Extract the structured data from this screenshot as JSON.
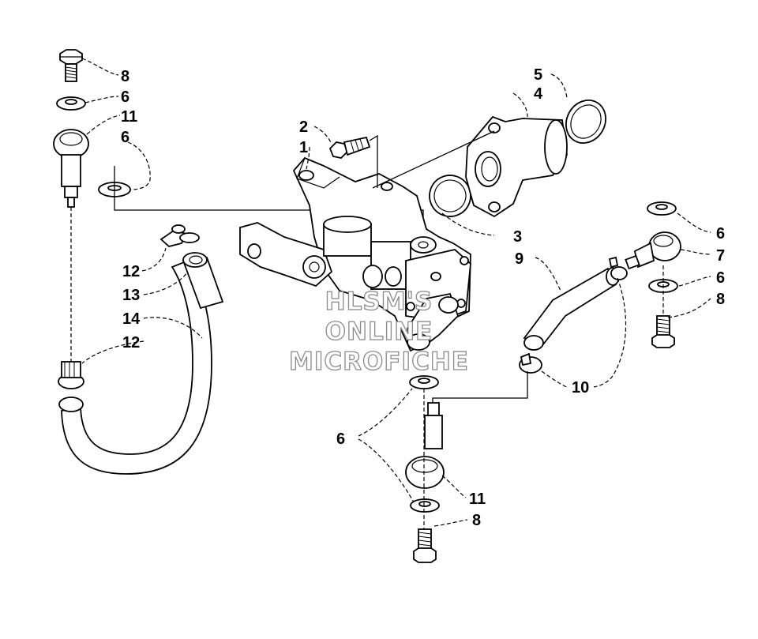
{
  "callouts": {
    "c1": "1",
    "c2": "2",
    "c3": "3",
    "c4": "4",
    "c5": "5",
    "c6a": "6",
    "c6b": "6",
    "c6c": "6",
    "c6d": "6",
    "c6e": "6",
    "c7": "7",
    "c8a": "8",
    "c8b": "8",
    "c8c": "8",
    "c9": "9",
    "c10": "10",
    "c11a": "11",
    "c11b": "11",
    "c12a": "12",
    "c12b": "12",
    "c13": "13",
    "c14": "14"
  },
  "watermark": {
    "line1": "HLSM'S",
    "line2": "ONLINE",
    "line3": "MICROFICHE"
  }
}
